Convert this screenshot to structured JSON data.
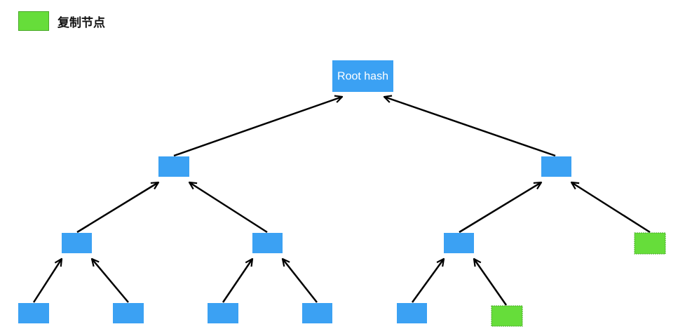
{
  "legend": {
    "label": "复制节点",
    "color": "#66dd3a"
  },
  "colors": {
    "normal_node": "#3ba1f3",
    "duplicate_node": "#66dd3a",
    "edge": "#000000"
  },
  "nodes": [
    {
      "id": "root",
      "label": "Root hash",
      "kind": "normal"
    },
    {
      "id": "l1a",
      "label": "",
      "kind": "normal"
    },
    {
      "id": "l1b",
      "label": "",
      "kind": "normal"
    },
    {
      "id": "l2a",
      "label": "",
      "kind": "normal"
    },
    {
      "id": "l2b",
      "label": "",
      "kind": "normal"
    },
    {
      "id": "l2c",
      "label": "",
      "kind": "normal"
    },
    {
      "id": "l2d",
      "label": "",
      "kind": "duplicate"
    },
    {
      "id": "leaf1",
      "label": "",
      "kind": "normal"
    },
    {
      "id": "leaf2",
      "label": "",
      "kind": "normal"
    },
    {
      "id": "leaf3",
      "label": "",
      "kind": "normal"
    },
    {
      "id": "leaf4",
      "label": "",
      "kind": "normal"
    },
    {
      "id": "leaf5",
      "label": "",
      "kind": "normal"
    },
    {
      "id": "leaf6",
      "label": "",
      "kind": "duplicate"
    }
  ],
  "edges": [
    {
      "from": "l1a",
      "to": "root"
    },
    {
      "from": "l1b",
      "to": "root"
    },
    {
      "from": "l2a",
      "to": "l1a"
    },
    {
      "from": "l2b",
      "to": "l1a"
    },
    {
      "from": "l2c",
      "to": "l1b"
    },
    {
      "from": "l2d",
      "to": "l1b"
    },
    {
      "from": "leaf1",
      "to": "l2a"
    },
    {
      "from": "leaf2",
      "to": "l2a"
    },
    {
      "from": "leaf3",
      "to": "l2b"
    },
    {
      "from": "leaf4",
      "to": "l2b"
    },
    {
      "from": "leaf5",
      "to": "l2c"
    },
    {
      "from": "leaf6",
      "to": "l2c"
    }
  ]
}
